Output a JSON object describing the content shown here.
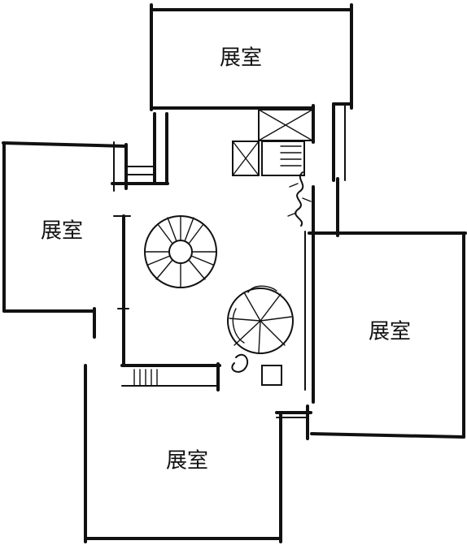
{
  "rooms": [
    {
      "label": "展室"
    },
    {
      "label": "展室"
    },
    {
      "label": "展室"
    },
    {
      "label": "展室"
    }
  ],
  "style": {
    "ink_color": "#111111",
    "background_color": "#ffffff"
  }
}
